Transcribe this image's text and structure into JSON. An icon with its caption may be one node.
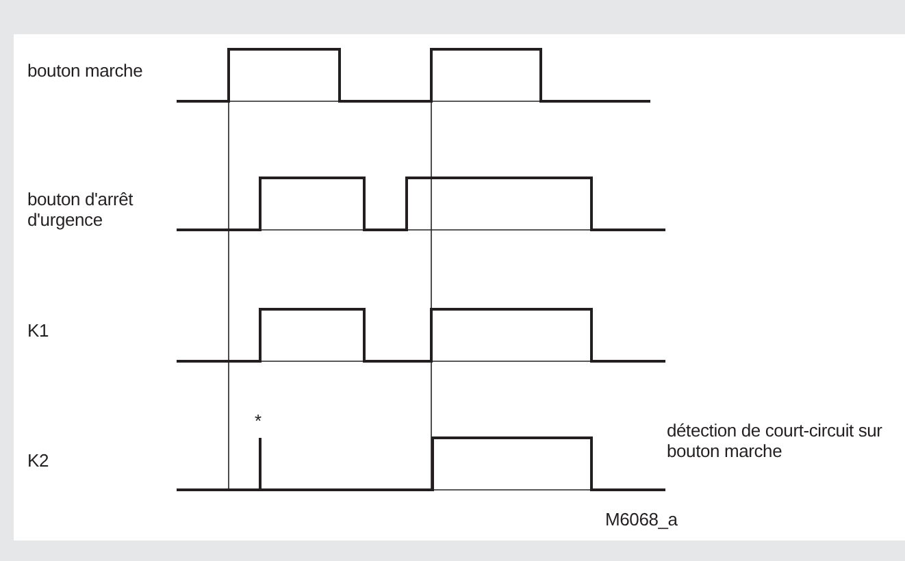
{
  "diagram": {
    "labels": [
      "bouton marche",
      "bouton d'arrêt d'urgence",
      "K1",
      "*",
      "K2",
      "détection de court-circuit sur bouton marche",
      "M6068_a"
    ]
  }
}
